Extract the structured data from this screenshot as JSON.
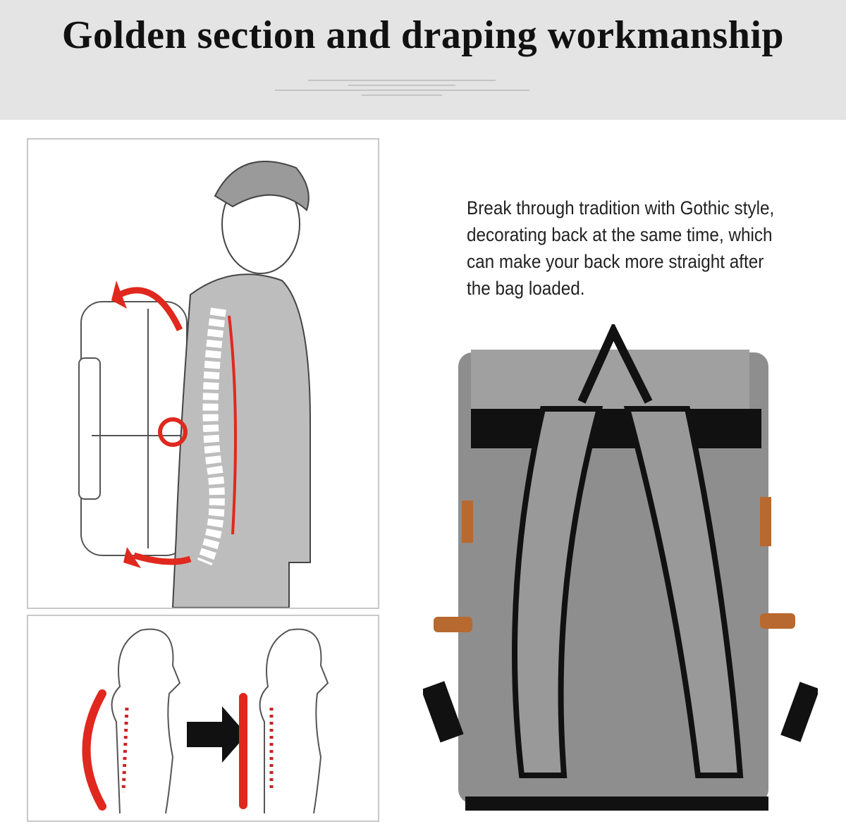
{
  "header": {
    "title": "Golden section and draping workmanship",
    "fine_print_lines": 4
  },
  "description": "Break through tradition with Gothic style, decorating back at the same time, which can make your back more straight after the bag loaded.",
  "colors": {
    "header_bg": "#e4e4e4",
    "arrow_red": "#e0281e",
    "bag_gray": "#8e8e8e",
    "leather": "#b8692f"
  }
}
